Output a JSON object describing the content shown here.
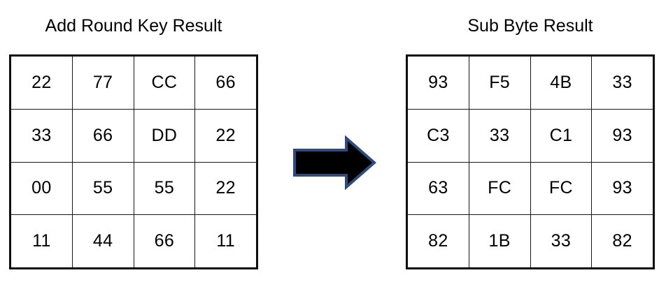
{
  "figure": {
    "background": "#ffffff",
    "text_color": "#000000",
    "grid_line_color": "#171717",
    "grid_border_color": "#0d0d0d"
  },
  "left_panel": {
    "title": "Add Round Key Result",
    "grid": [
      [
        "22",
        "77",
        "CC",
        "66"
      ],
      [
        "33",
        "66",
        "DD",
        "22"
      ],
      [
        "00",
        "55",
        "55",
        "22"
      ],
      [
        "11",
        "44",
        "66",
        "11"
      ]
    ]
  },
  "right_panel": {
    "title": "Sub Byte Result",
    "grid": [
      [
        "93",
        "F5",
        "4B",
        "33"
      ],
      [
        "C3",
        "33",
        "C1",
        "93"
      ],
      [
        "63",
        "FC",
        "FC",
        "93"
      ],
      [
        "82",
        "1B",
        "33",
        "82"
      ]
    ]
  },
  "arrow": {
    "icon": "right-arrow-icon",
    "direction": "right",
    "fill": "#000000",
    "stroke": "#2e4b7c"
  }
}
